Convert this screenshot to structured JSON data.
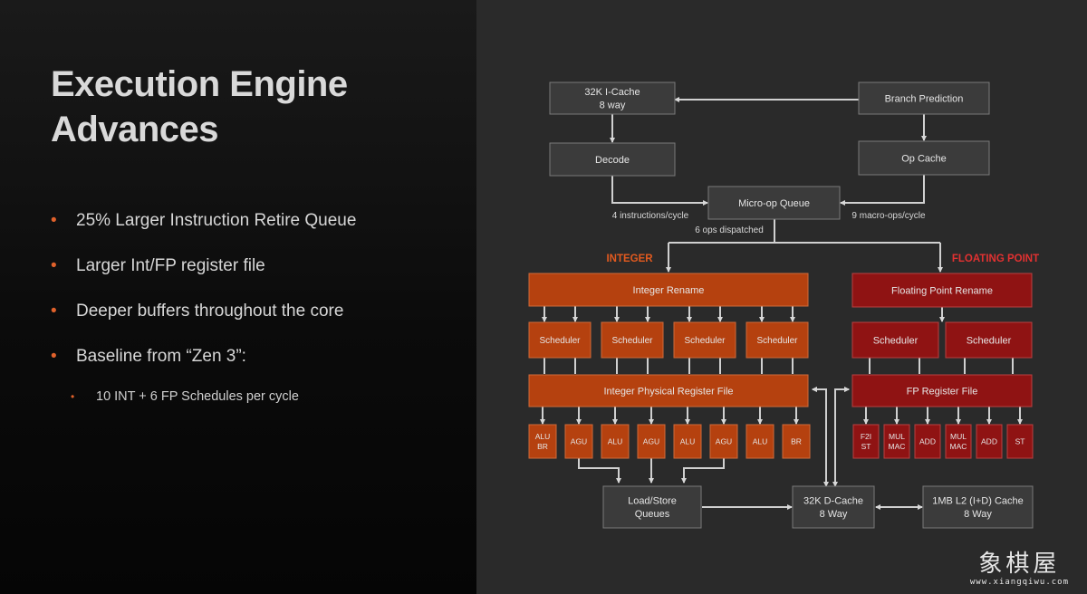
{
  "slide": {
    "title_line1": "Execution Engine",
    "title_line2": "Advances",
    "bullets": [
      "25% Larger Instruction Retire Queue",
      "Larger Int/FP register file",
      "Deeper buffers throughout the core",
      "Baseline from “Zen 3”:"
    ],
    "sub_bullet": "10 INT + 6 FP Schedules per cycle"
  },
  "diagram": {
    "icache": [
      "32K I-Cache",
      "8 way"
    ],
    "branch_prediction": "Branch Prediction",
    "decode": "Decode",
    "op_cache": "Op Cache",
    "micro_op_queue": "Micro-op Queue",
    "decode_rate": "4 instructions/cycle",
    "opcache_rate": "9 macro-ops/cycle",
    "dispatch_rate": "6 ops dispatched",
    "integer_label": "INTEGER",
    "fp_label": "FLOATING POINT",
    "integer_rename": "Integer Rename",
    "fp_rename": "Floating Point Rename",
    "int_scheduler": "Scheduler",
    "fp_scheduler": "Scheduler",
    "int_prf": "Integer Physical Register File",
    "fp_rf": "FP Register File",
    "int_units": [
      [
        "ALU",
        "BR"
      ],
      [
        "AGU"
      ],
      [
        "ALU"
      ],
      [
        "AGU"
      ],
      [
        "ALU"
      ],
      [
        "AGU"
      ],
      [
        "ALU"
      ],
      [
        "BR"
      ]
    ],
    "fp_units": [
      [
        "F2I",
        "ST"
      ],
      [
        "MUL",
        "MAC"
      ],
      [
        "ADD"
      ],
      [
        "MUL",
        "MAC"
      ],
      [
        "ADD"
      ],
      [
        "ST"
      ]
    ],
    "load_store": [
      "Load/Store",
      "Queues"
    ],
    "dcache": [
      "32K D-Cache",
      "8 Way"
    ],
    "l2": [
      "1MB L2 (I+D) Cache",
      "8 Way"
    ]
  },
  "colors": {
    "gray_box": "#3b3b3b",
    "integer": "#b5410f",
    "integer_label": "#e25a1f",
    "fp": "#8f1313",
    "fp_label": "#e23131"
  },
  "watermark": {
    "chars": "象棋屋",
    "url": "www.xiangqiwu.com"
  }
}
